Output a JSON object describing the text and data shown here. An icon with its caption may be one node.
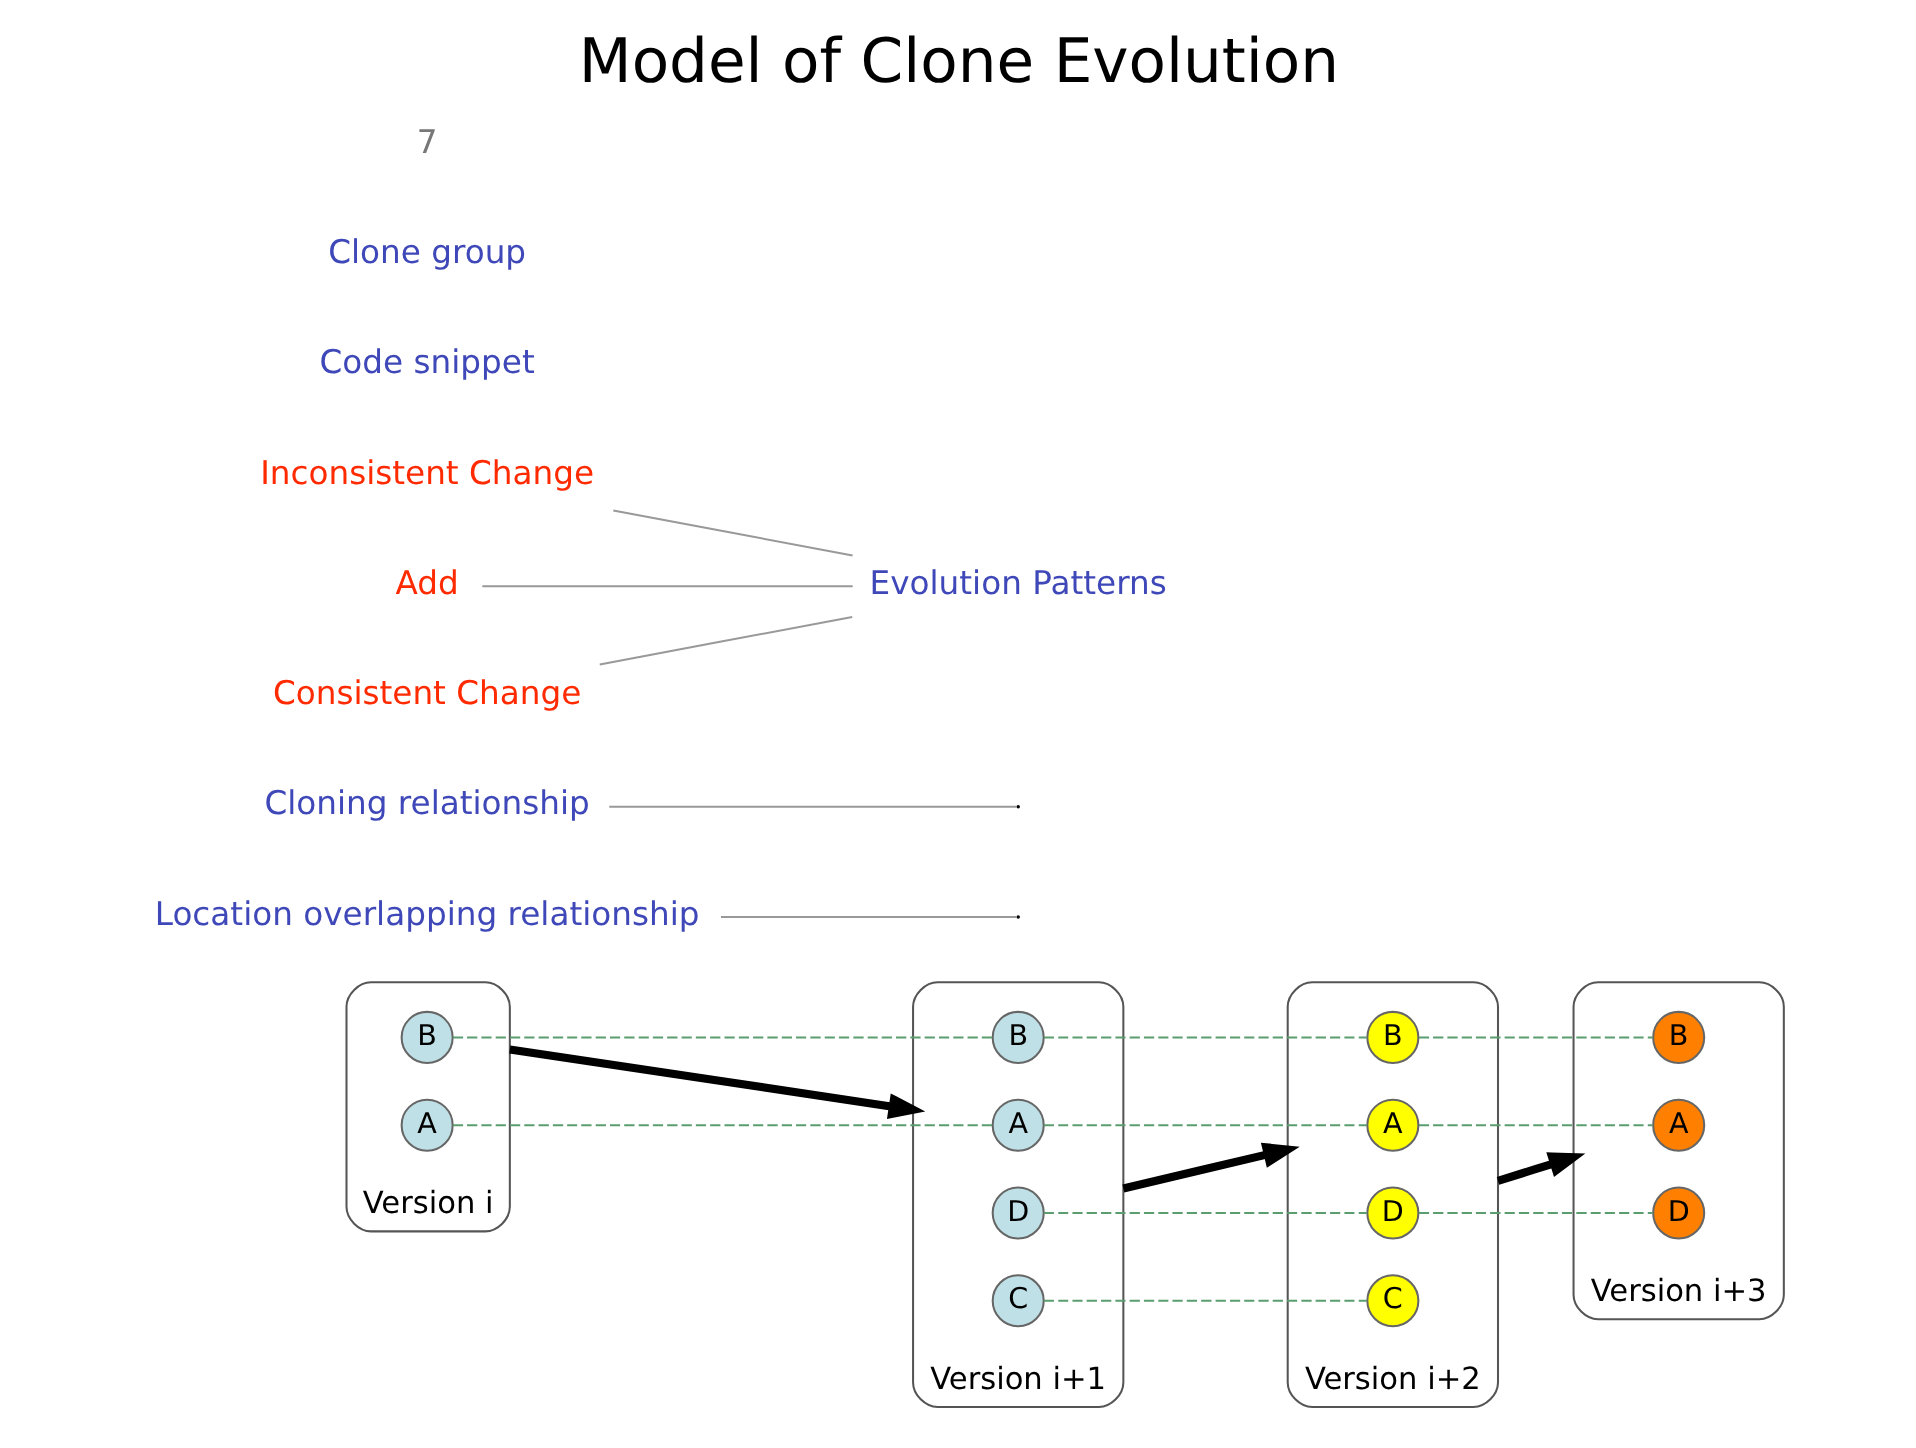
{
  "diagram": {
    "title": "Model of Clone Evolution",
    "nodes": [
      {
        "text": [],
        "shape": "ellipse",
        "beside": [
          "Version i"
        ]
      },
      {
        "text": [
          "A"
        ],
        "in": 0
      },
      {
        "text": [
          "B"
        ],
        "in": 0
      },
      {
        "text": [],
        "shape": "ellipse",
        "beside": [
          "Version i+1"
        ]
      },
      {
        "text": [
          "A"
        ],
        "in": 3
      },
      {
        "text": [
          "B"
        ],
        "in": 3
      },
      {
        "text": [
          "C"
        ],
        "in": 3
      },
      {
        "text": [
          "D"
        ],
        "in": 3
      },
      {
        "text": [],
        "shape": "ellipse",
        "beside": [
          "Version i+2"
        ]
      },
      {
        "text": [
          "A"
        ],
        "in": 8
      },
      {
        "text": [
          "B"
        ],
        "in": 8
      },
      {
        "text": [
          "C"
        ],
        "in": 8
      },
      {
        "text": [
          "D"
        ],
        "in": 8
      },
      {
        "text": [],
        "shape": "ellipse",
        "beside": [
          "Version i+3"
        ]
      },
      {
        "text": [
          "A"
        ],
        "in": 13
      },
      {
        "text": [
          "B"
        ],
        "in": 13
      },
      {
        "text": [
          "D"
        ],
        "in": 13
      },
      {
        "text": [
          "Location overlapping relationship"
        ]
      },
      {
        "text": [
          "Cloning relationship"
        ]
      },
      {
        "text": [
          "Add"
        ]
      },
      {
        "text": [
          "Consistent Change"
        ]
      },
      {
        "text": [
          "Inconsistent Change"
        ]
      },
      {
        "text": [
          "Evolution Patterns"
        ]
      }
    ],
    "edges": [
      {
        "from": 0,
        "to": 3,
        "arrow": "to",
        "style": "thick",
        "color": "#000000"
      },
      {
        "from": 3,
        "to": 8,
        "arrow": "to",
        "style": "thick",
        "color": "#000000"
      },
      {
        "from": 8,
        "to": 13,
        "arrow": "to",
        "style": "thick",
        "color": "#000000"
      },
      {
        "from": 1,
        "to": 4,
        "arrow": "none",
        "style": "dashed"
      },
      {
        "from": 2,
        "to": 5,
        "arrow": "none",
        "style": "dashed"
      },
      {
        "from": 4,
        "to": 9,
        "arrow": "none",
        "style": "dashed"
      },
      {
        "from": 5,
        "to": 10,
        "arrow": "none",
        "style": "dashed"
      },
      {
        "from": 6,
        "to": 11,
        "arrow": "none",
        "style": "dashed"
      },
      {
        "from": 7,
        "to": 12,
        "arrow": "none",
        "style": "dashed"
      },
      {
        "from": 9,
        "to": 14,
        "arrow": "none",
        "style": "dashed"
      },
      {
        "from": 10,
        "to": 15,
        "arrow": "none",
        "style": "dashed"
      },
      {
        "from": 12,
        "to": 16,
        "arrow": "none",
        "style": "dashed"
      },
      {
        "from": 17,
        "to": null,
        "arrow": "none",
        "color": "#999999"
      },
      {
        "from": 18,
        "to": null,
        "arrow": "none",
        "color": "#999999"
      },
      {
        "from": 19,
        "to": 22,
        "arrow": "none",
        "color": "#999999"
      },
      {
        "from": 20,
        "to": 22,
        "arrow": "none",
        "color": "#999999"
      },
      {
        "from": 21,
        "to": 22,
        "arrow": "none",
        "color": "#999999"
      }
    ],
    "labels": [
      "Code snippet",
      "Clone group",
      "7"
    ]
  }
}
